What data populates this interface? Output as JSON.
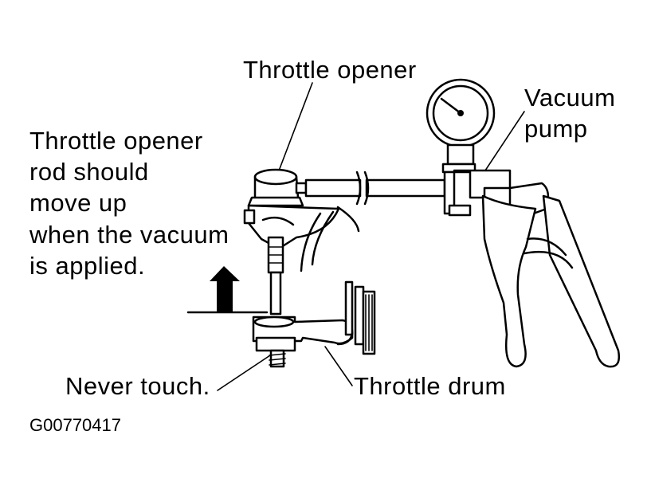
{
  "labels": {
    "throttle_opener": "Throttle opener",
    "vacuum_pump_line1": "Vacuum",
    "vacuum_pump_line2": "pump",
    "instruction_line1": "Throttle opener",
    "instruction_line2": "rod should",
    "instruction_line3": "move up",
    "instruction_line4": "when the vacuum",
    "instruction_line5": "is applied.",
    "never_touch": "Never touch.",
    "throttle_drum": "Throttle drum"
  },
  "figure_code": "G00770417",
  "colors": {
    "ink": "#000000",
    "paper": "#ffffff"
  }
}
